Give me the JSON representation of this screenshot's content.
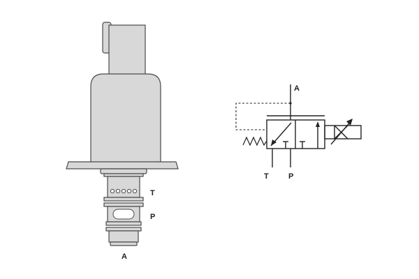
{
  "labels": {
    "valve_port_t": "T",
    "valve_port_p": "P",
    "valve_port_a": "A",
    "schematic_port_a": "A",
    "schematic_port_t": "T",
    "schematic_port_p": "P"
  },
  "colors": {
    "body_fill": "#d8d8d8",
    "body_stroke": "#4a4a4a",
    "line": "#222222",
    "background": "#ffffff"
  }
}
